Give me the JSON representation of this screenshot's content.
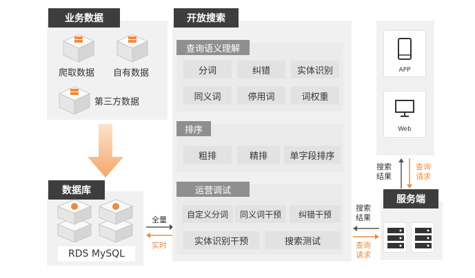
{
  "business": {
    "title": "业务数据",
    "items": [
      "爬取数据",
      "自有数据",
      "第三方数据"
    ]
  },
  "database": {
    "title": "数据库",
    "label": "RDS MySQL"
  },
  "open_search": {
    "title": "开放搜索",
    "query_section": {
      "title": "查询语义理解",
      "chips": [
        "分词",
        "纠错",
        "实体识别",
        "同义词",
        "停用词",
        "词权重"
      ]
    },
    "sort_section": {
      "title": "排序",
      "chips": [
        "粗排",
        "精排",
        "单字段排序"
      ]
    },
    "ops_section": {
      "title": "运营调试",
      "chips": [
        "自定义分词",
        "同义词干预",
        "纠错干预",
        "实体识别干预",
        "搜索测试"
      ]
    }
  },
  "clients": {
    "app_label": "APP",
    "web_label": "Web"
  },
  "server": {
    "title": "服务端"
  },
  "arrows": {
    "full": "全量",
    "realtime": "实时",
    "search_result_top": "搜索\n结果",
    "query_request_top": "查询\n请求",
    "search_result_mid": "搜索\n结果",
    "query_request_mid": "查询\n请求"
  },
  "colors": {
    "dark": "#3d3d3d",
    "orange": "#f08a3c",
    "panel": "#f1f1f1"
  }
}
